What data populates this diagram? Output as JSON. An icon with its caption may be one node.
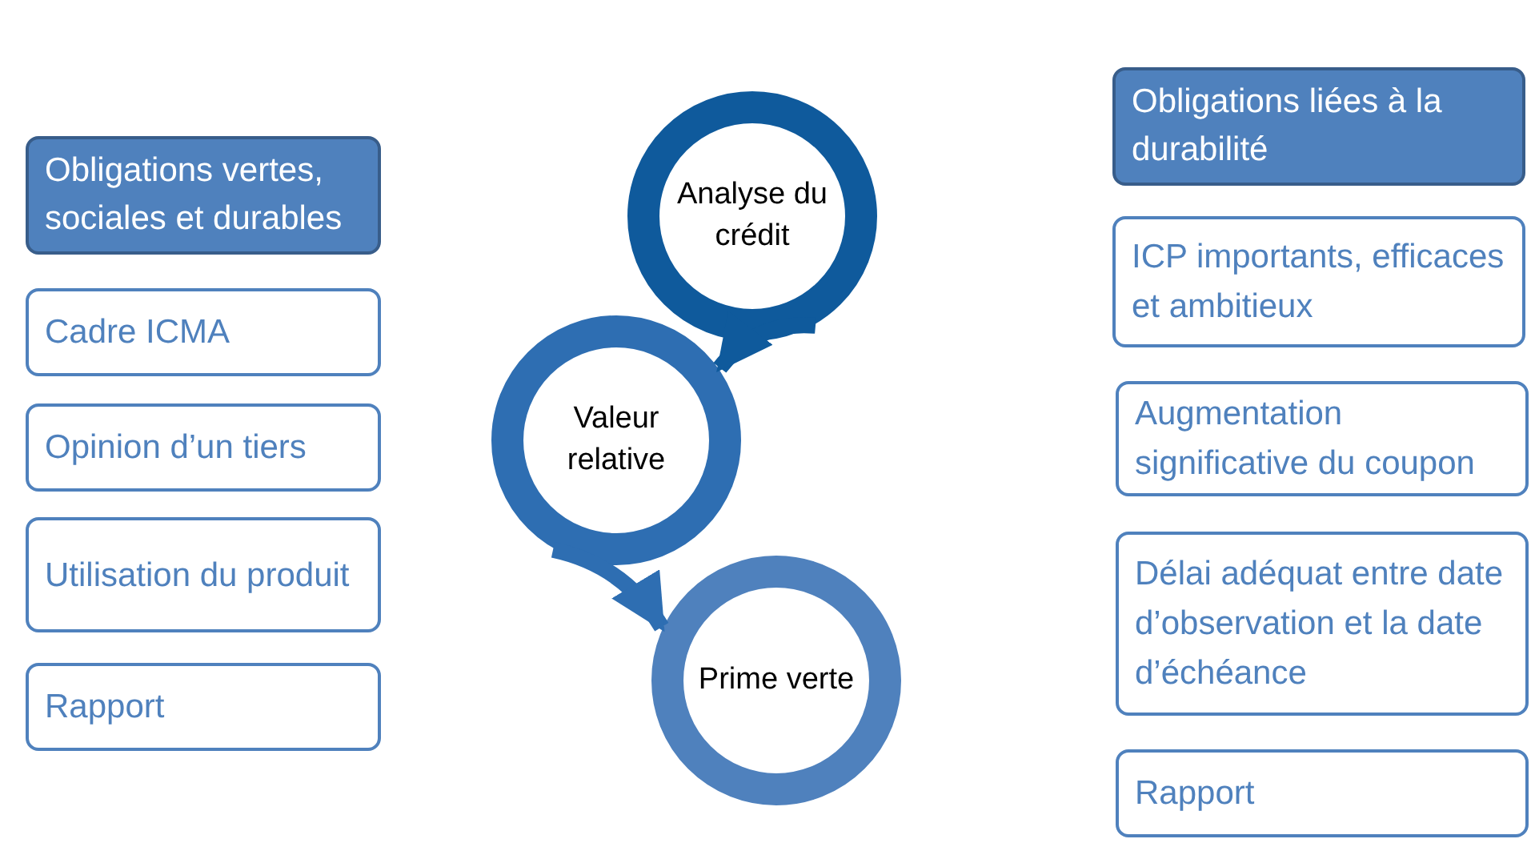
{
  "diagram": {
    "nodes": [
      {
        "text": [
          "Obligations vertes, sociales et durables"
        ]
      },
      {
        "text": [
          "Cadre ICMA"
        ]
      },
      {
        "text": [
          "Opinion d’un tiers"
        ]
      },
      {
        "text": [
          "Utilisation du produit"
        ]
      },
      {
        "text": [
          "Rapport"
        ]
      },
      {
        "text": [
          "Analyse du crédit"
        ]
      },
      {
        "text": [
          "Valeur relative"
        ]
      },
      {
        "text": [
          "Prime verte"
        ]
      },
      {
        "text": [
          "Obligations liées à la durabilité"
        ]
      },
      {
        "text": [
          "ICP importants, efficaces et ambitieux"
        ]
      },
      {
        "text": [
          "Augmentation significative du coupon"
        ]
      },
      {
        "text": [
          "Délai adéquat entre date d’observation et la date d’échéance"
        ]
      },
      {
        "text": [
          "Rapport"
        ]
      }
    ],
    "edges": [
      {
        "from": 5,
        "to": 6,
        "arrow": "to"
      },
      {
        "from": 6,
        "to": 7,
        "arrow": "to"
      }
    ]
  }
}
